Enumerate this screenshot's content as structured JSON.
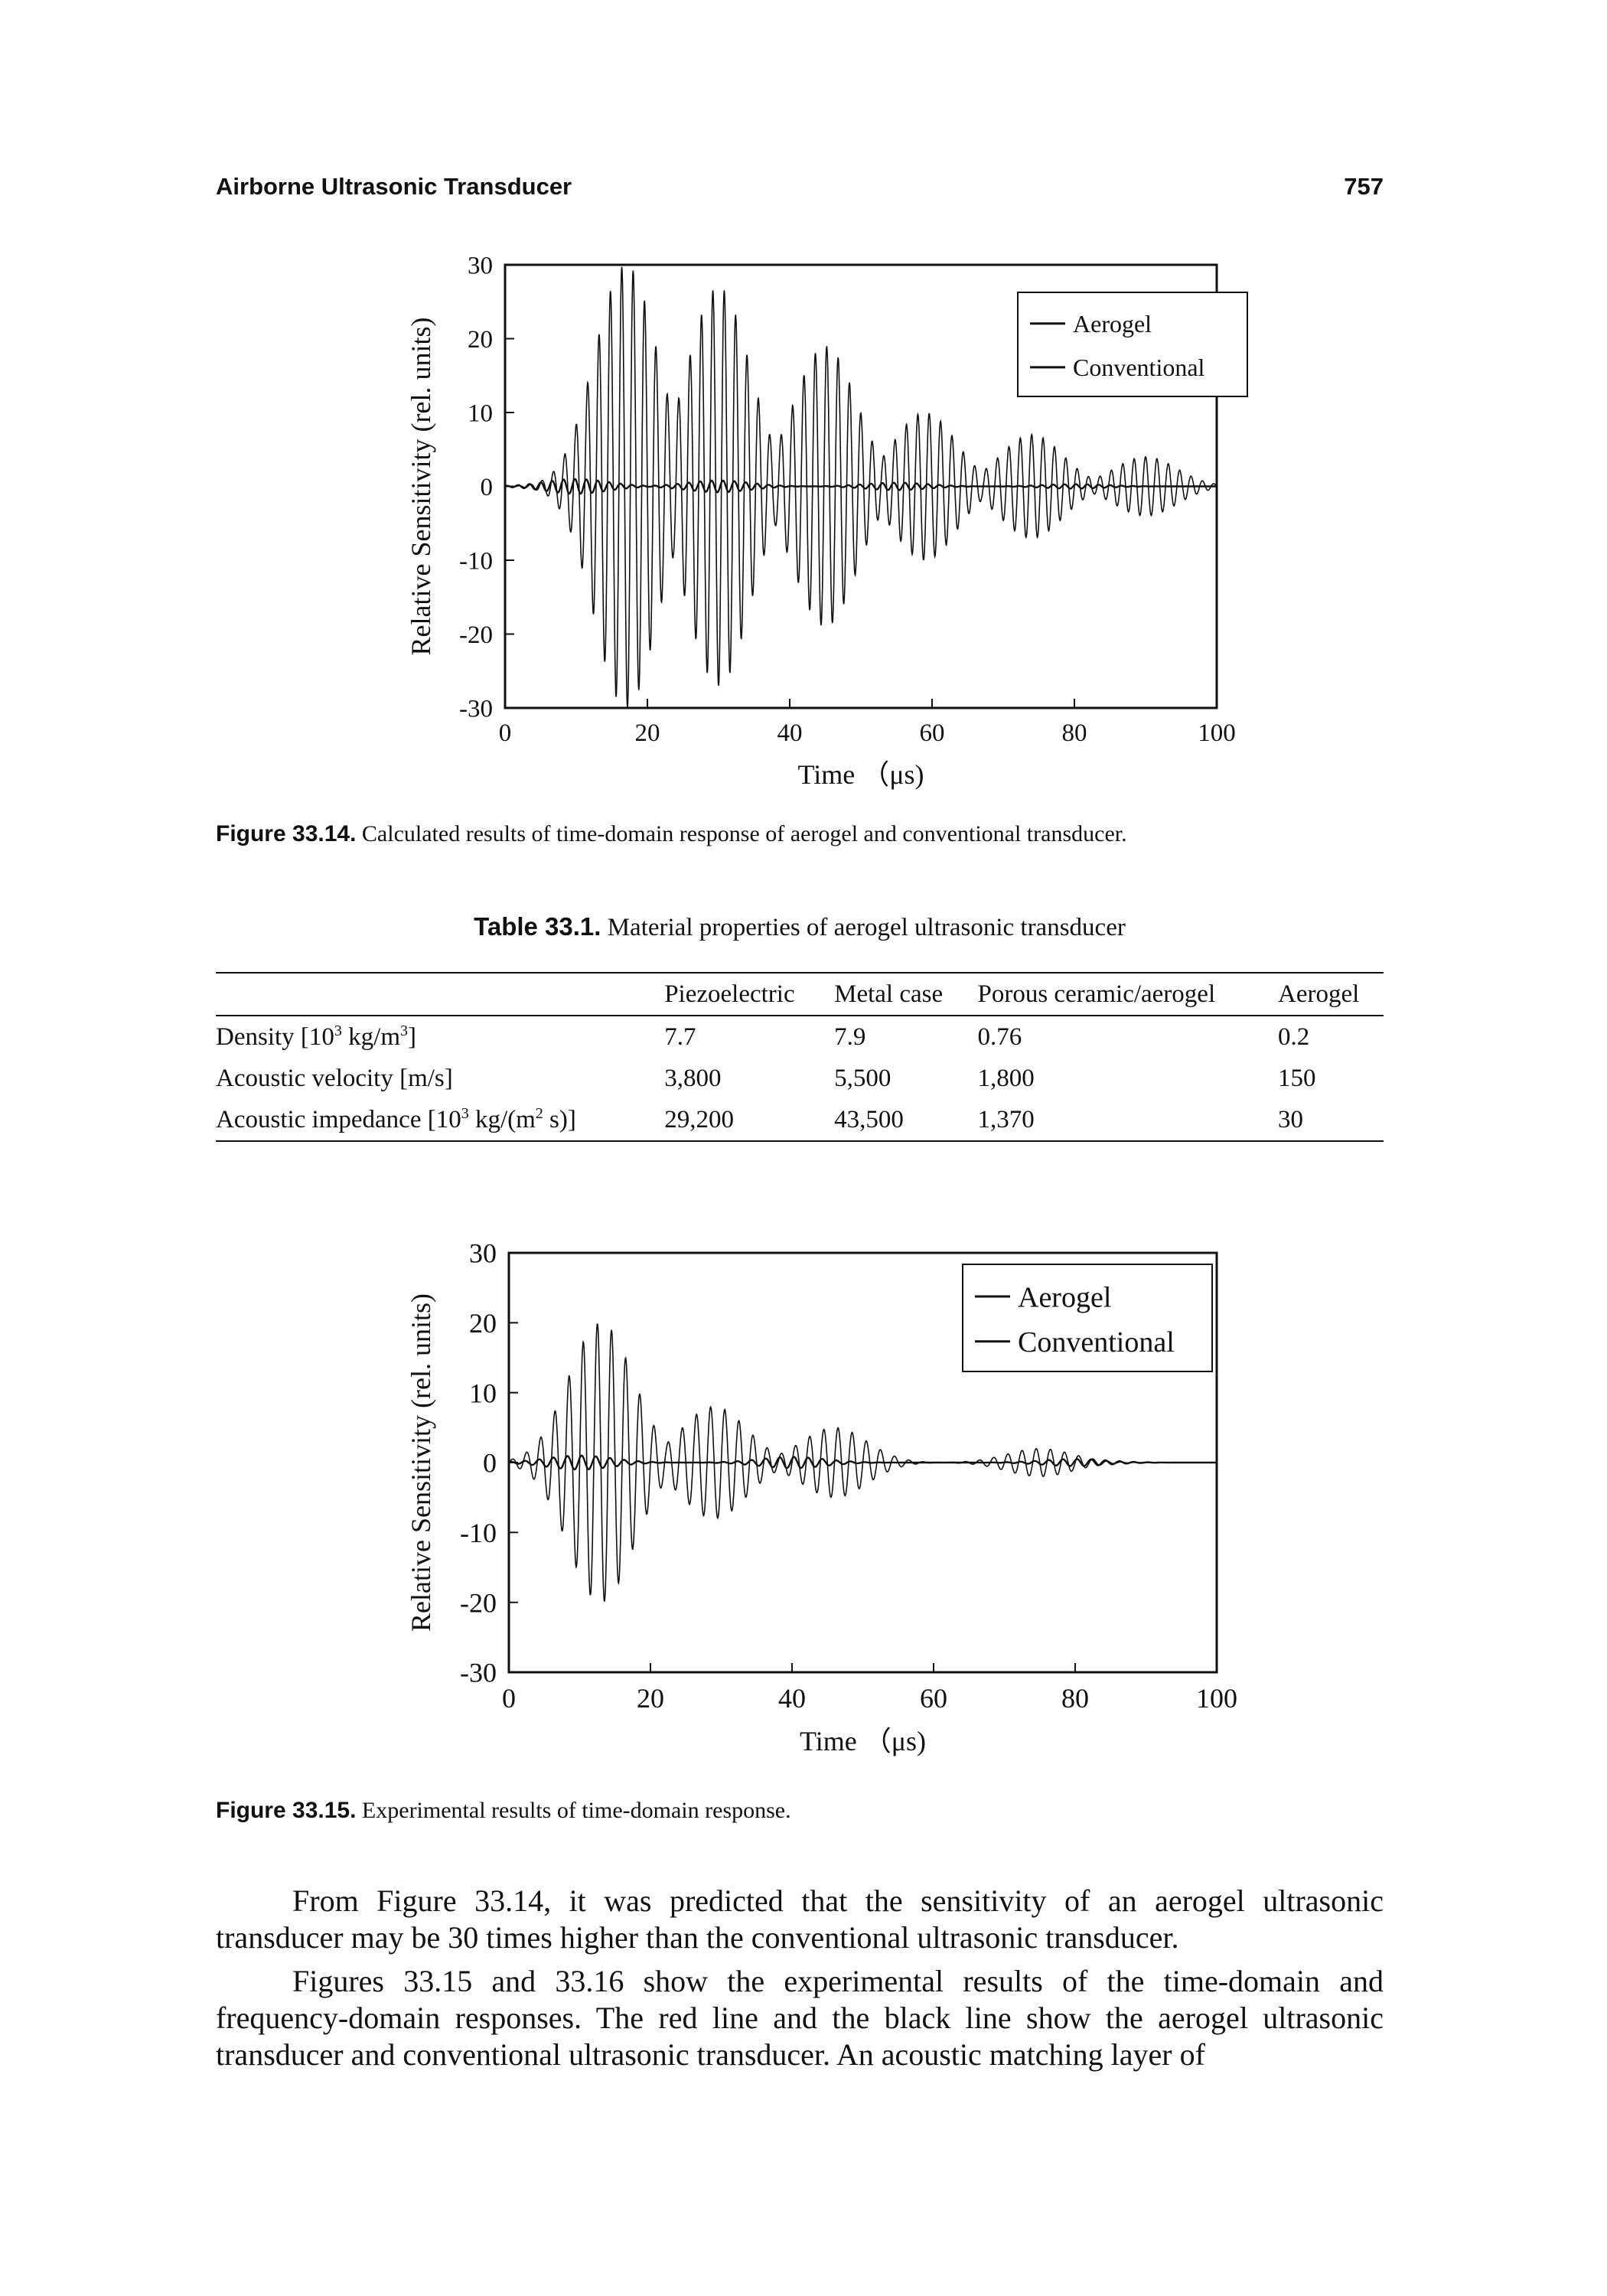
{
  "header": {
    "running_title": "Airborne Ultrasonic Transducer",
    "page_number": "757"
  },
  "figures": [
    {
      "label": "Figure 33.14.",
      "caption": "Calculated results of time-domain response of aerogel and conventional transducer."
    },
    {
      "label": "Figure 33.15.",
      "caption": "Experimental results of time-domain response."
    }
  ],
  "chart_data": [
    {
      "type": "line",
      "xlabel": "Time （μs)",
      "ylabel": "Relative Sensitivity (rel. units)",
      "xlim": [
        0,
        100
      ],
      "ylim": [
        -30,
        30
      ],
      "xticks": [
        "0",
        "20",
        "40",
        "60",
        "80",
        "100"
      ],
      "yticks": [
        "30",
        "20",
        "10",
        "0",
        "-10",
        "-20",
        "-30"
      ],
      "legend": "top-right",
      "series": [
        {
          "name": "Aerogel",
          "carrier_period_us": 1.6,
          "envelope_peaks": [
            {
              "t": 17,
              "amp": 30
            },
            {
              "t": 30,
              "amp": 27
            },
            {
              "t": 45,
              "amp": 19
            },
            {
              "t": 59,
              "amp": 10
            },
            {
              "t": 74,
              "amp": 7
            },
            {
              "t": 90,
              "amp": 4
            }
          ],
          "color": "#111111"
        },
        {
          "name": "Conventional",
          "carrier_period_us": 1.6,
          "envelope_peaks": [
            {
              "t": 10,
              "amp": 1
            },
            {
              "t": 30,
              "amp": 0.8
            },
            {
              "t": 55,
              "amp": 0.5
            },
            {
              "t": 80,
              "amp": 0.3
            }
          ],
          "color": "#111111"
        }
      ]
    },
    {
      "type": "line",
      "xlabel": "Time （μs)",
      "ylabel": "Relative Sensitivity (rel. units)",
      "xlim": [
        0,
        100
      ],
      "ylim": [
        -30,
        30
      ],
      "xticks": [
        "0",
        "20",
        "40",
        "60",
        "80",
        "100"
      ],
      "yticks": [
        "30",
        "20",
        "10",
        "0",
        "-10",
        "-20",
        "-30"
      ],
      "legend": "top-right",
      "series": [
        {
          "name": "Aerogel",
          "carrier_period_us": 2.0,
          "envelope_peaks": [
            {
              "t": 13,
              "amp": 20
            },
            {
              "t": 29,
              "amp": 8
            },
            {
              "t": 46,
              "amp": 5
            },
            {
              "t": 75,
              "amp": 2
            }
          ],
          "color": "#111111"
        },
        {
          "name": "Conventional",
          "carrier_period_us": 2.0,
          "envelope_peaks": [
            {
              "t": 10,
              "amp": 1
            },
            {
              "t": 40,
              "amp": 0.8
            },
            {
              "t": 80,
              "amp": 0.5
            }
          ],
          "color": "#111111"
        }
      ]
    }
  ],
  "table": {
    "label": "Table 33.1.",
    "caption": "Material properties of aerogel ultrasonic transducer",
    "columns": [
      "",
      "Piezoelectric",
      "Metal case",
      "Porous ceramic/aerogel",
      "Aerogel"
    ],
    "rows": [
      {
        "pre": "Density [10",
        "sup1": "3",
        "mid": " kg/m",
        "sup2": "3",
        "post": "]",
        "values": [
          "7.7",
          "7.9",
          "0.76",
          "0.2"
        ]
      },
      {
        "pre": "Acoustic velocity [m/s]",
        "sup1": "",
        "mid": "",
        "sup2": "",
        "post": "",
        "values": [
          "3,800",
          "5,500",
          "1,800",
          "150"
        ]
      },
      {
        "pre": "Acoustic impedance [10",
        "sup1": "3",
        "mid": " kg/(m",
        "sup2": "2",
        "post": " s)]",
        "values": [
          "29,200",
          "43,500",
          "1,370",
          "30"
        ]
      }
    ]
  },
  "body": {
    "paragraphs": [
      "From Figure 33.14, it was predicted that the sensitivity of an aerogel ultrasonic transducer may be 30 times higher than the conventional ultrasonic transducer.",
      "Figures 33.15 and 33.16 show the experimental results of the time-domain and frequency-domain responses. The red line and the black line show the aerogel ultrasonic transducer and conventional ultrasonic transducer. An acoustic matching layer of"
    ]
  }
}
